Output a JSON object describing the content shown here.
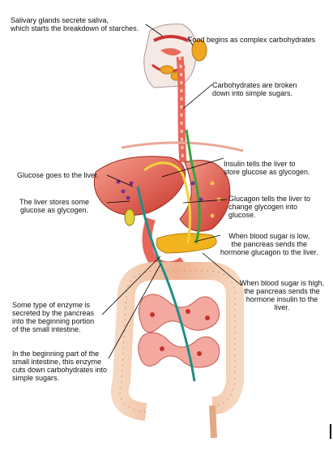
{
  "labels": {
    "salivary": "Salivary glands secrete saliva,\nwhich starts the breakdown of starches.",
    "food": "Food begins as complex carbohydrates",
    "carbs_broken": "Carbohydrates are broken\ndown into simple sugars.",
    "glucose_liver": "Glucose goes to the liver.",
    "insulin_tells": "Insulin tells the liver to\nstore glucose as glycogen.",
    "liver_stores": "The liver stores some\nglucose as glycogen.",
    "glucagon_tells": "Glucagon tells the liver to\nchange glycogen into\nglucose.",
    "low_sugar": "When blood sugar is low,\nthe pancreas sends the\nhormone glucagon to the liver.",
    "high_sugar": "When blood sugar is high,\nthe pancreas sends the\nhormone insulin to the\nliver.",
    "enzyme": "Some type of enzyme is\nsecreted by the pancreas\ninto the beginning portion\nof the small intestine.",
    "beginning_part": "In the beginning part of the\nsmall intestine, this enzyme\ncuts down carbohydrates into\nsimple sugars."
  },
  "colors": {
    "organ": "#e9655a",
    "organ_dark": "#c23b33",
    "intestine": "#f0b48f",
    "teal_vessel": "#1f8f86",
    "yellow_vessel": "#f2d23b",
    "pancreas": "#f1b31e",
    "leader": "#000000"
  }
}
